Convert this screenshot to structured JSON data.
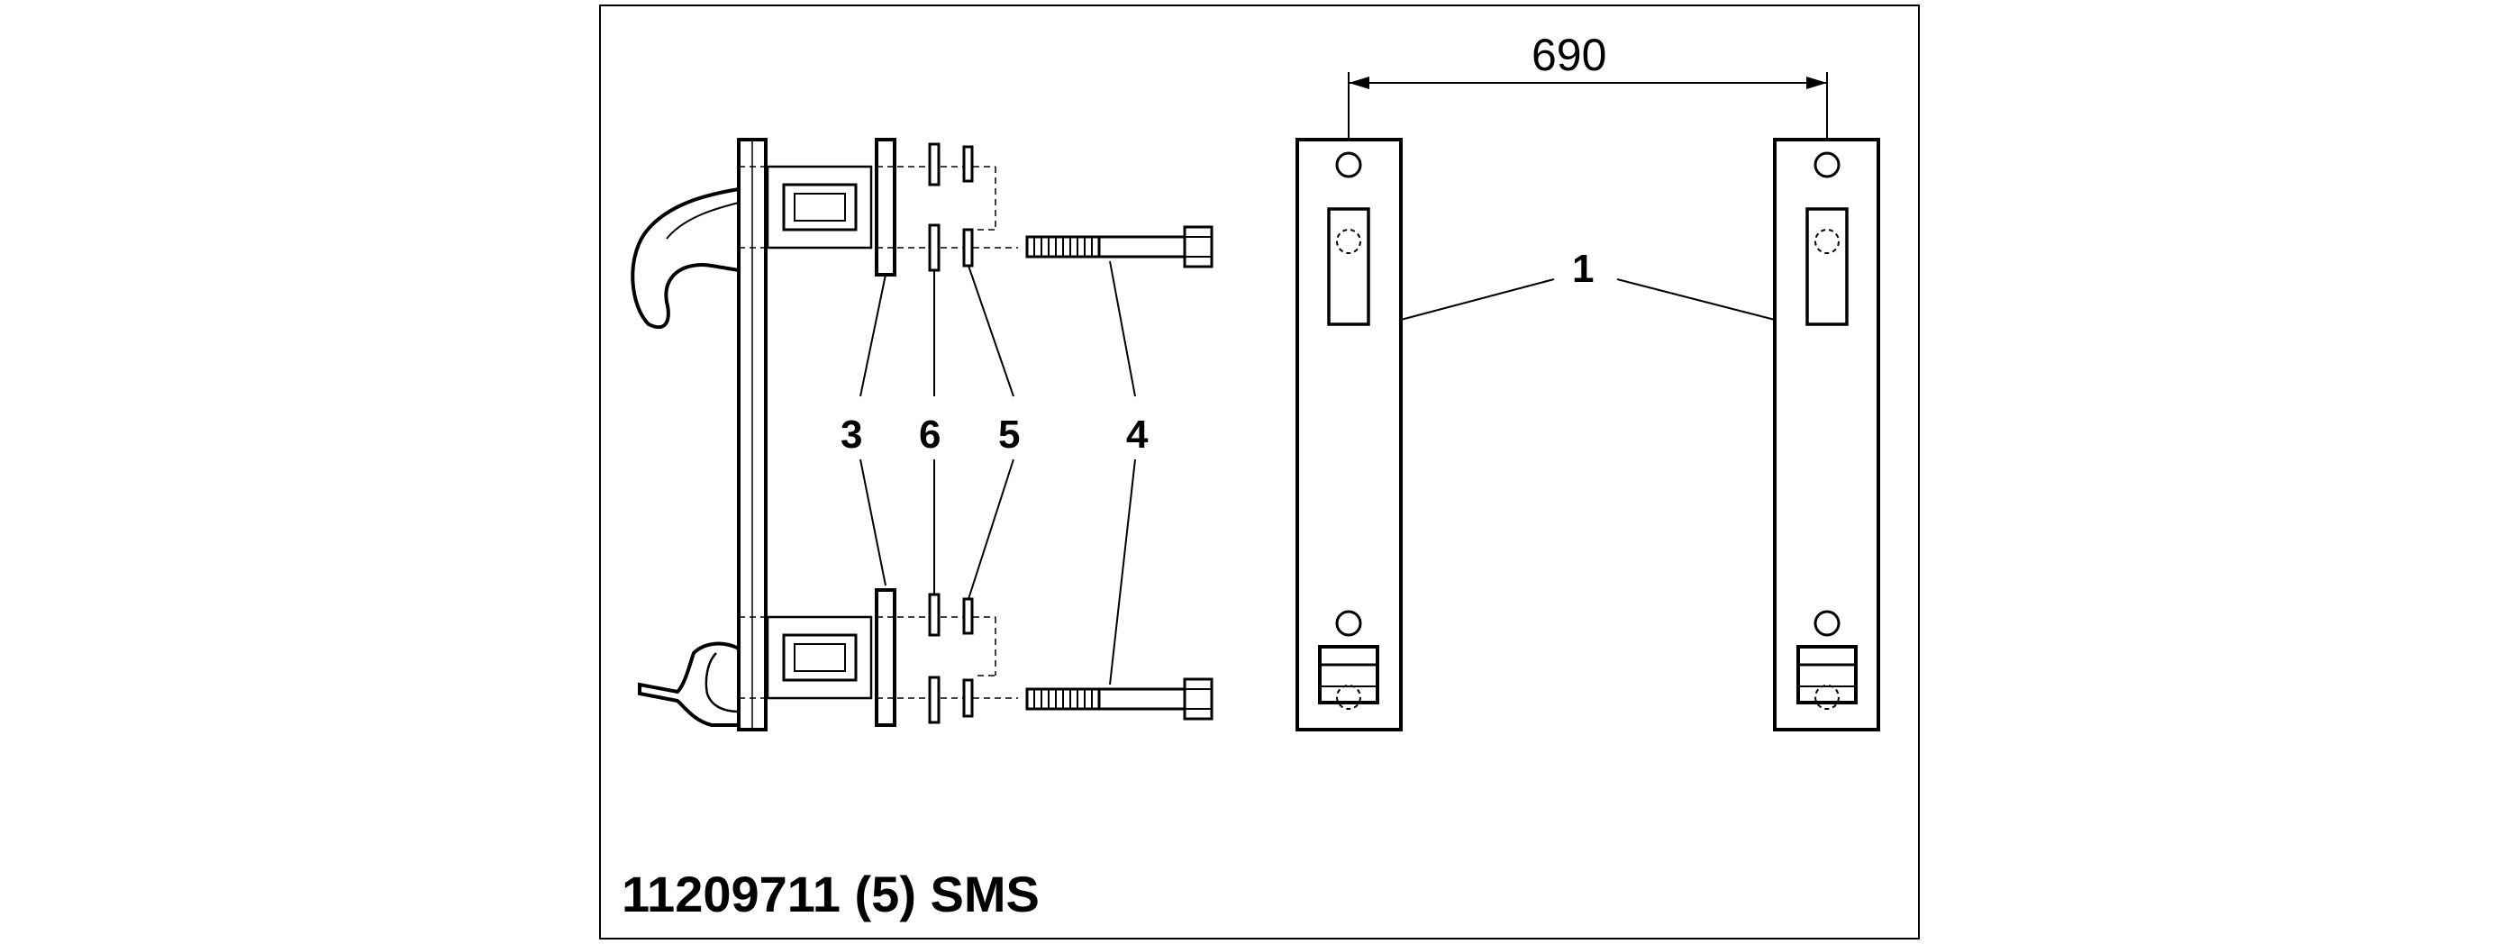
{
  "callouts": {
    "part1": "1",
    "part3": "3",
    "part4": "4",
    "part5": "5",
    "part6": "6"
  },
  "dimension": {
    "spacing": "690"
  },
  "caption": "11209711 (5) SMS"
}
